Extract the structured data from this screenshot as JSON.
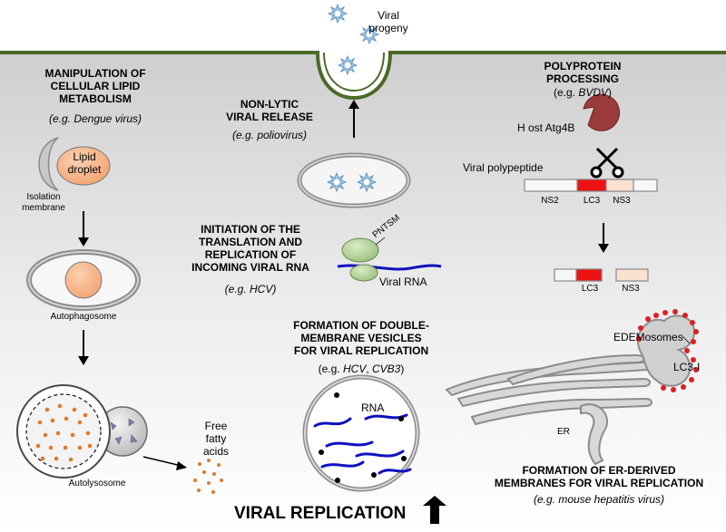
{
  "top": {
    "viral_progeny": [
      "Viral",
      "progeny"
    ]
  },
  "lipid": {
    "title": [
      "MANIPULATION OF",
      "CELLULAR LIPID",
      "METABOLISM"
    ],
    "example_prefix": "(e.g. ",
    "example_virus": "Dengue virus",
    "example_suffix": ")",
    "lipid_droplet": [
      "Lipid",
      "droplet"
    ],
    "isolation_membrane": [
      "Isolation",
      "membrane"
    ],
    "autophagosome": "Autophagosome",
    "autolysosome": "Autolysosome",
    "free_fatty_acids": [
      "Free",
      "fatty",
      "acids"
    ]
  },
  "release": {
    "title": [
      "NON-LYTIC",
      "VIRAL RELEASE"
    ],
    "example_prefix": "(e.g. ",
    "example_virus": "poliovirus",
    "example_suffix": ")"
  },
  "translation": {
    "title": [
      "INITIATION OF THE",
      "TRANSLATION AND",
      "REPLICATION OF",
      "INCOMING VIRAL RNA"
    ],
    "example_prefix": "(e.g. ",
    "example_virus": "HCV",
    "example_suffix": ")",
    "ribosome_label": "PNTSM",
    "viral_rna": "Viral RNA"
  },
  "double_membrane": {
    "title": [
      "FORMATION OF DOUBLE-",
      "MEMBRANE VESICLES",
      "FOR VIRAL REPLICATION"
    ],
    "example_prefix": "(e.g. ",
    "example_virus1": "HCV",
    "example_sep": ", ",
    "example_virus2": "CVB3",
    "example_suffix": ")",
    "rna_label": "RNA"
  },
  "polyprotein": {
    "title": [
      "POLYPROTEIN",
      "PROCESSING"
    ],
    "example_prefix": "(e.g. ",
    "example_virus": "BVDV",
    "example_suffix": ")",
    "host_atg4b": "H ost Atg4B",
    "viral_polypeptide": "Viral polypeptide",
    "ns2": "NS2",
    "lc3": "LC3",
    "ns3": "NS3",
    "lc3_after": "LC3",
    "ns3_after": "NS3"
  },
  "er": {
    "edemosomes": "EDEMosomes",
    "lc3_i": "LC3-I",
    "er_label": "ER",
    "title": [
      "FORMATION OF ER-DERIVED",
      "MEMBRANES FOR VIRAL REPLICATION"
    ],
    "example_prefix": "(e.g. ",
    "example_virus": "mouse hepatitis virus",
    "example_suffix": ")"
  },
  "footer": {
    "viral_replication": "VIRAL REPLICATION"
  },
  "colors": {
    "cytoplasm_gray": "#dcdcdc",
    "membrane_green": "#4a6a28",
    "lipid_orange": "#f5b990",
    "lc3_red": "#ee1111",
    "rna_blue": "#1010c0",
    "ribosome_green": "#b5d59a",
    "atg4b_red": "#8b3a3a",
    "ns3_peach": "#fbe2d0"
  },
  "icons": [
    "virion-icon",
    "lipid-droplet-icon",
    "autophagosome-icon",
    "autolysosome-icon",
    "ribosome-icon",
    "scissors-icon",
    "pacman-protease-icon",
    "arrow-down-icon",
    "arrow-up-icon"
  ]
}
